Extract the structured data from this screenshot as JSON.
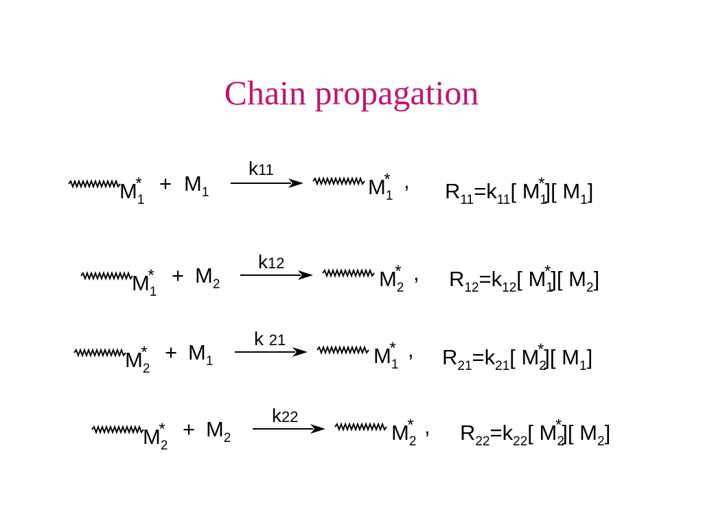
{
  "title": "Chain propagation",
  "colors": {
    "title": "#c0166c"
  },
  "reactions": [
    {
      "reactant": {
        "m": "M",
        "sub": "1",
        "star": "*"
      },
      "plus": "+",
      "monomer": {
        "m": "M",
        "sub": "1"
      },
      "rate_constant": {
        "k": "k",
        "sub": "11"
      },
      "product": {
        "m": "M",
        "sub": "1",
        "star": "*"
      },
      "comma": ",",
      "rate": {
        "r": "R",
        "rsub": "11",
        "eq": "=",
        "k": "k",
        "ksub": "11",
        "lb1": "[",
        "m1": "M",
        "m1sub": "1",
        "m1star": "*",
        "rb1": "]",
        "lb2": "[",
        "m2": "M",
        "m2sub": "1",
        "rb2": "]"
      }
    },
    {
      "reactant": {
        "m": "M",
        "sub": "1",
        "star": "*"
      },
      "plus": "+",
      "monomer": {
        "m": "M",
        "sub": "2"
      },
      "rate_constant": {
        "k": "k",
        "sub": "12"
      },
      "product": {
        "m": "M",
        "sub": "2",
        "star": "*"
      },
      "comma": ",",
      "rate": {
        "r": "R",
        "rsub": "12",
        "eq": "=",
        "k": "k",
        "ksub": "12",
        "lb1": "[",
        "m1": "M",
        "m1sub": "1",
        "m1star": "*",
        "rb1": "]",
        "lb2": "[",
        "m2": "M",
        "m2sub": "2",
        "rb2": "]"
      }
    },
    {
      "reactant": {
        "m": "M",
        "sub": "2",
        "star": "*"
      },
      "plus": "+",
      "monomer": {
        "m": "M",
        "sub": "1"
      },
      "rate_constant": {
        "k": "k",
        "sub": "21"
      },
      "product": {
        "m": "M",
        "sub": "1",
        "star": "*"
      },
      "comma": ",",
      "rate": {
        "r": "R",
        "rsub": "21",
        "eq": "=",
        "k": "k",
        "ksub": "21",
        "lb1": "[",
        "m1": "M",
        "m1sub": "2",
        "m1star": "*",
        "rb1": "]",
        "lb2": "[",
        "m2": "M",
        "m2sub": "1",
        "rb2": "]"
      }
    },
    {
      "reactant": {
        "m": "M",
        "sub": "2",
        "star": "*"
      },
      "plus": "+",
      "monomer": {
        "m": "M",
        "sub": "2"
      },
      "rate_constant": {
        "k": "k",
        "sub": "22"
      },
      "product": {
        "m": "M",
        "sub": "2",
        "star": "*"
      },
      "comma": ",",
      "rate": {
        "r": "R",
        "rsub": "22",
        "eq": "=",
        "k": "k",
        "ksub": "22",
        "lb1": "[",
        "m1": "M",
        "m1sub": "2",
        "m1star": "*",
        "rb1": "]",
        "lb2": "[",
        "m2": "M",
        "m2sub": "2",
        "rb2": "]"
      }
    }
  ]
}
